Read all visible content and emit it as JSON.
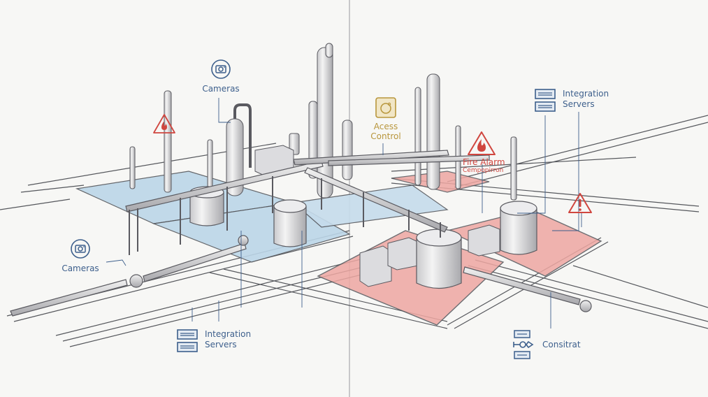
{
  "title": "Industrial plant security system layout",
  "colors": {
    "background": "#f7f7f5",
    "blue_zone": "#bcd6e8",
    "red_zone": "#eea7a2",
    "blue_label": "#3d5f8c",
    "gold_label": "#b8963c",
    "red_label": "#d0463f",
    "line": "#6c6c70"
  },
  "labels": {
    "cameras_top": {
      "text": "Cameras",
      "icon": "camera-icon"
    },
    "cameras_left": {
      "text": "Cameras",
      "icon": "camera-icon"
    },
    "access_control": {
      "line1": "Acess",
      "line2": "Control",
      "icon": "access-control-icon"
    },
    "fire_alarm": {
      "line1": "Fire Alarm",
      "line2": "Cempopirron",
      "icon": "fire-warning-icon"
    },
    "fire_warning_left": {
      "icon": "fire-warning-icon"
    },
    "warning_right": {
      "icon": "exclamation-warning-icon"
    },
    "integration_servers_top": {
      "line1": "Integration",
      "line2": "Servers",
      "icon": "server-icon"
    },
    "integration_servers_bottom": {
      "line1": "Integration",
      "line2": "Servers",
      "icon": "server-icon"
    },
    "constrat": {
      "text": "Consitrat",
      "icon": "server-connector-icon"
    }
  }
}
